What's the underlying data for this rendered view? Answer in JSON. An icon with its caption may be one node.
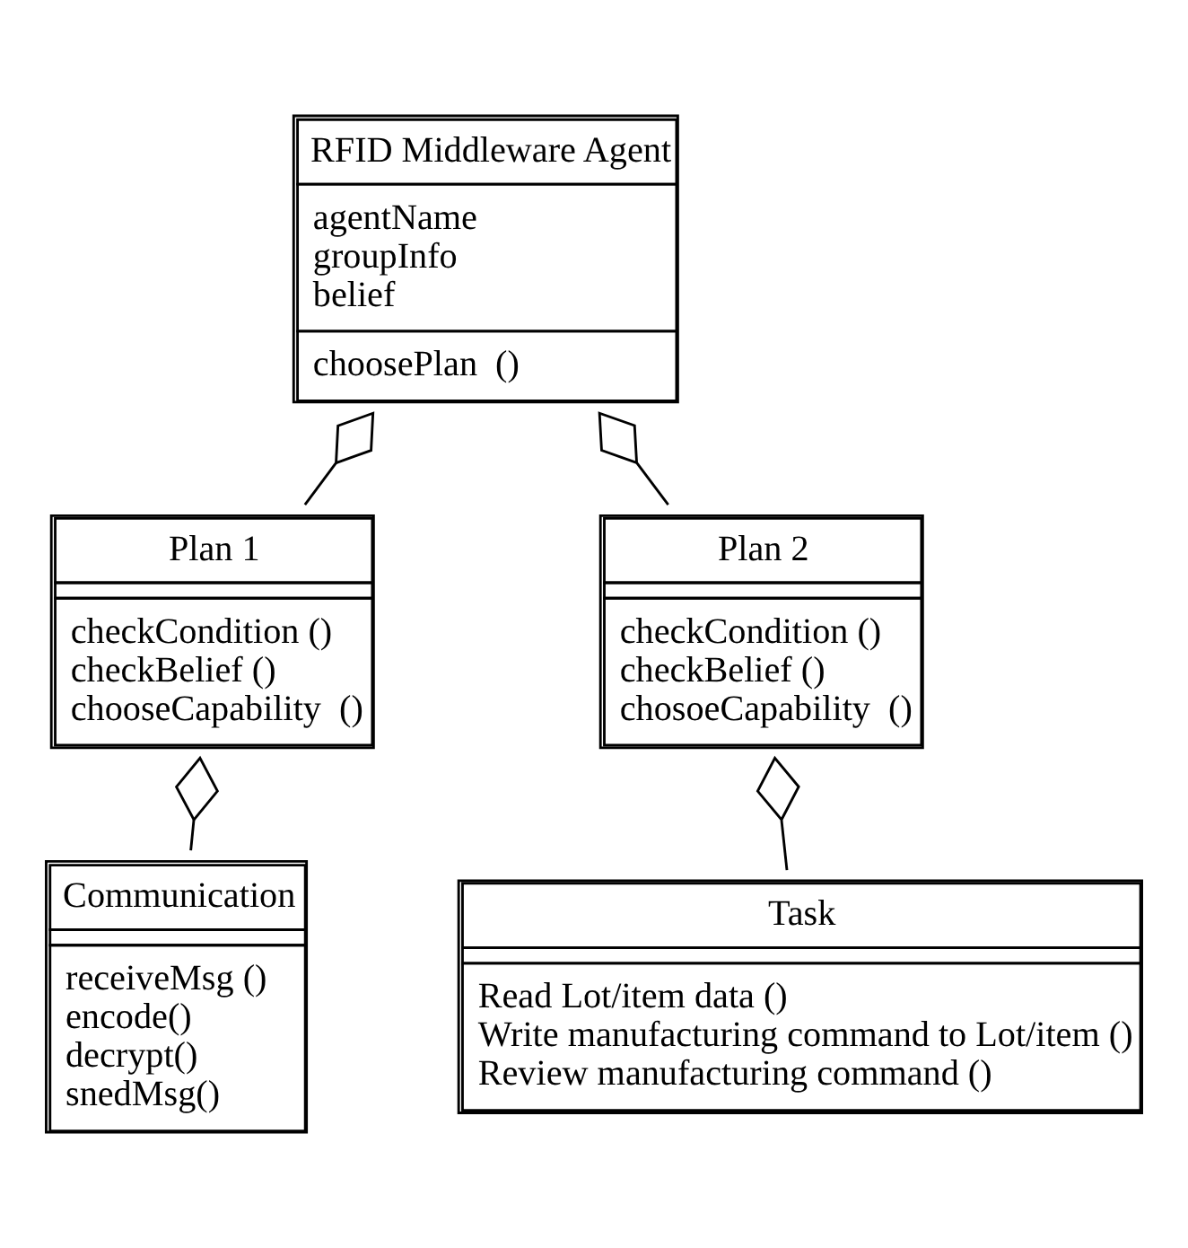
{
  "diagram": {
    "nodes": [
      {
        "text": [
          "RFID Middleware Agent",
          "agentName",
          "groupInfo",
          "belief",
          "choosePlan  ()"
        ]
      },
      {
        "text": [
          "Plan 1",
          "checkCondition ()",
          "checkBelief ()",
          "chooseCapability  ()"
        ]
      },
      {
        "text": [
          "Plan 2",
          "checkCondition ()",
          "checkBelief ()",
          "chosoeCapability  ()"
        ]
      },
      {
        "text": [
          "Communication",
          "receiveMsg ()",
          "encode()",
          "decrypt()",
          "snedMsg()"
        ]
      },
      {
        "text": [
          "Task",
          "Read Lot/item data ()",
          "Write manufacturing command to Lot/item ()",
          "Review manufacturing command ()"
        ]
      }
    ],
    "edges": [
      {
        "from": 1,
        "to": 0,
        "arrow": "other"
      },
      {
        "from": 2,
        "to": 0,
        "arrow": "other"
      },
      {
        "from": 3,
        "to": 1,
        "arrow": "other"
      },
      {
        "from": 4,
        "to": 2,
        "arrow": "other"
      }
    ]
  }
}
